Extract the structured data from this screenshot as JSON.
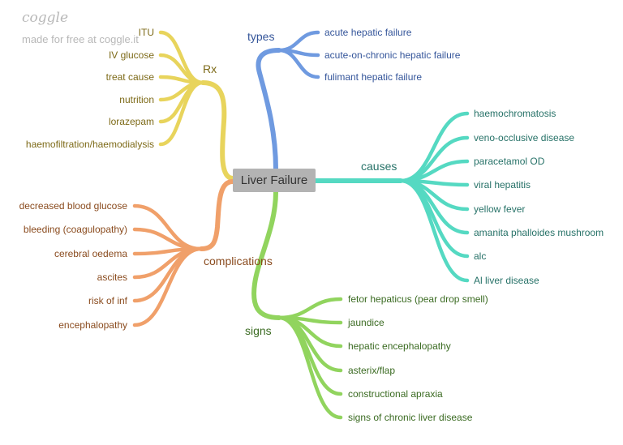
{
  "brand": {
    "logo_text": "coggle",
    "tagline": "made for free at coggle.it"
  },
  "central": {
    "label": "Liver Failure"
  },
  "branches": {
    "types": {
      "label": "types",
      "color": "#6f9ae0",
      "text_color": "#34559a",
      "items": [
        "acute hepatic failure",
        "acute-on-chronic hepatic failure",
        "fulimant hepatic failure"
      ]
    },
    "causes": {
      "label": "causes",
      "color": "#55d9c2",
      "text_color": "#277268",
      "items": [
        "haemochromatosis",
        "veno-occlusive disease",
        "paracetamol OD",
        "viral hepatitis",
        "yellow fever",
        "amanita phalloides mushroom",
        "alc",
        "Al liver disease"
      ]
    },
    "signs": {
      "label": "signs",
      "color": "#91d45e",
      "text_color": "#3b6b22",
      "items": [
        "fetor hepaticus (pear drop smell)",
        "jaundice",
        "hepatic encephalopathy",
        "asterix/flap",
        "constructional apraxia",
        "signs of chronic liver disease"
      ]
    },
    "rx": {
      "label": "Rx",
      "color": "#e8d45c",
      "text_color": "#7d6a18",
      "items": [
        "ITU",
        "IV glucose",
        "treat cause",
        "nutrition",
        "lorazepam",
        "haemofiltration/haemodialysis"
      ]
    },
    "complications": {
      "label": "complications",
      "color": "#f0a06a",
      "text_color": "#8a4b1e",
      "items": [
        "decreased blood glucose",
        "bleeding (coagulopathy)",
        "cerebral oedema",
        "ascites",
        "risk of inf",
        "encephalopathy"
      ]
    }
  }
}
